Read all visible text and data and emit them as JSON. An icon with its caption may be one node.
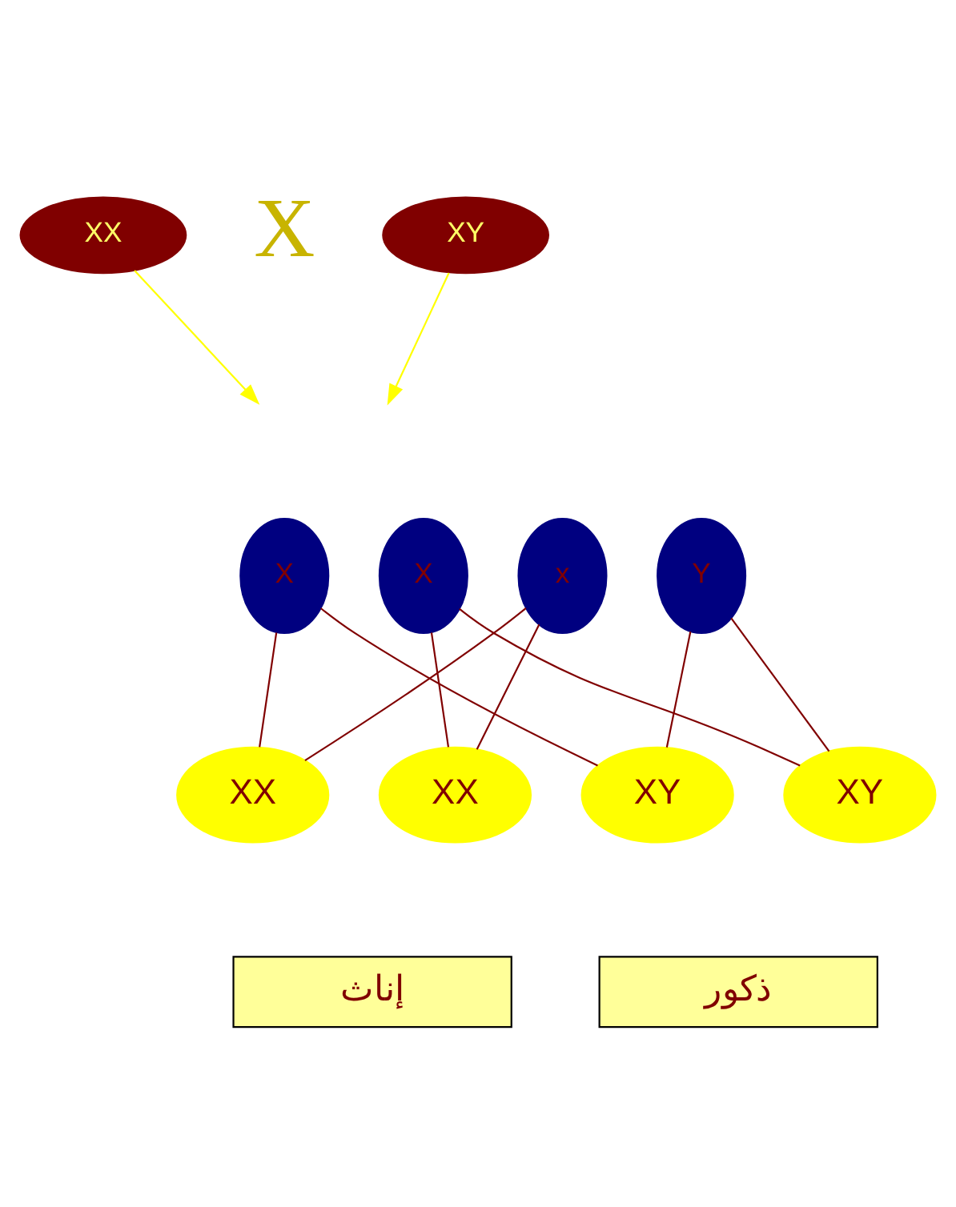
{
  "diagram": {
    "nodes": [
      {
        "text": [
          "XX"
        ]
      },
      {
        "text": [
          "XY"
        ]
      },
      {
        "text": [
          "X"
        ]
      },
      {
        "text": [
          "X"
        ]
      },
      {
        "text": [
          "x"
        ]
      },
      {
        "text": [
          "Y"
        ]
      },
      {
        "text": [
          "XX"
        ]
      },
      {
        "text": [
          "XX"
        ]
      },
      {
        "text": [
          "XY"
        ]
      },
      {
        "text": [
          "XY"
        ]
      },
      {
        "text": [
          "إناث"
        ]
      },
      {
        "text": [
          "ذكور"
        ]
      }
    ],
    "edges": [
      {
        "from": 0,
        "to": null,
        "arrow": "to",
        "color": "#ffff00"
      },
      {
        "from": 1,
        "to": null,
        "arrow": "to",
        "color": "#ffff00"
      },
      {
        "from": 2,
        "to": 6,
        "arrow": "none"
      },
      {
        "from": 2,
        "to": 8,
        "arrow": "none"
      },
      {
        "from": 3,
        "to": 7,
        "arrow": "none"
      },
      {
        "from": 3,
        "to": 9,
        "arrow": "none"
      },
      {
        "from": 4,
        "to": 6,
        "arrow": "none"
      },
      {
        "from": 4,
        "to": 7,
        "arrow": "none"
      },
      {
        "from": 5,
        "to": 8,
        "arrow": "none"
      },
      {
        "from": 5,
        "to": 9,
        "arrow": "none"
      }
    ],
    "labels": [
      "X"
    ]
  }
}
